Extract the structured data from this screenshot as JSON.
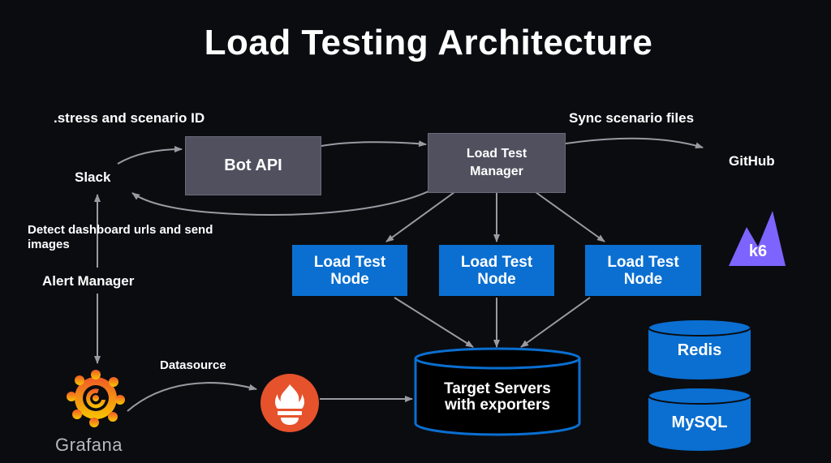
{
  "title": "Load Testing Architecture",
  "labels": {
    "stress": ".stress and scenario ID",
    "sync": "Sync scenario files",
    "slack": "Slack",
    "github": "GitHub",
    "detect": "Detect dashboard urls and send images",
    "alert_manager": "Alert Manager",
    "datasource": "Datasource",
    "grafana": "Grafana"
  },
  "boxes": {
    "bot_api": "Bot API",
    "manager_line1": "Load Test",
    "manager_line2": "Manager",
    "nodes": [
      {
        "line1": "Load Test",
        "line2": "Node"
      },
      {
        "line1": "Load Test",
        "line2": "Node"
      },
      {
        "line1": "Load Test",
        "line2": "Node"
      }
    ]
  },
  "databases": {
    "target_line1": "Target Servers",
    "target_line2": "with exporters",
    "redis": "Redis",
    "mysql": "MySQL"
  },
  "logos": {
    "k6": "k6",
    "k6_icon": "k6-logo-icon",
    "prometheus_icon": "prometheus-logo-icon",
    "grafana_icon": "grafana-logo-icon"
  },
  "colors": {
    "background": "#0b0c10",
    "gray_box": "#50505f",
    "blue": "#0a6fd1",
    "k6": "#7d64ff",
    "prometheus": "#e6522c",
    "grafana": "#f46800",
    "arrow": "#9a9aa2"
  }
}
